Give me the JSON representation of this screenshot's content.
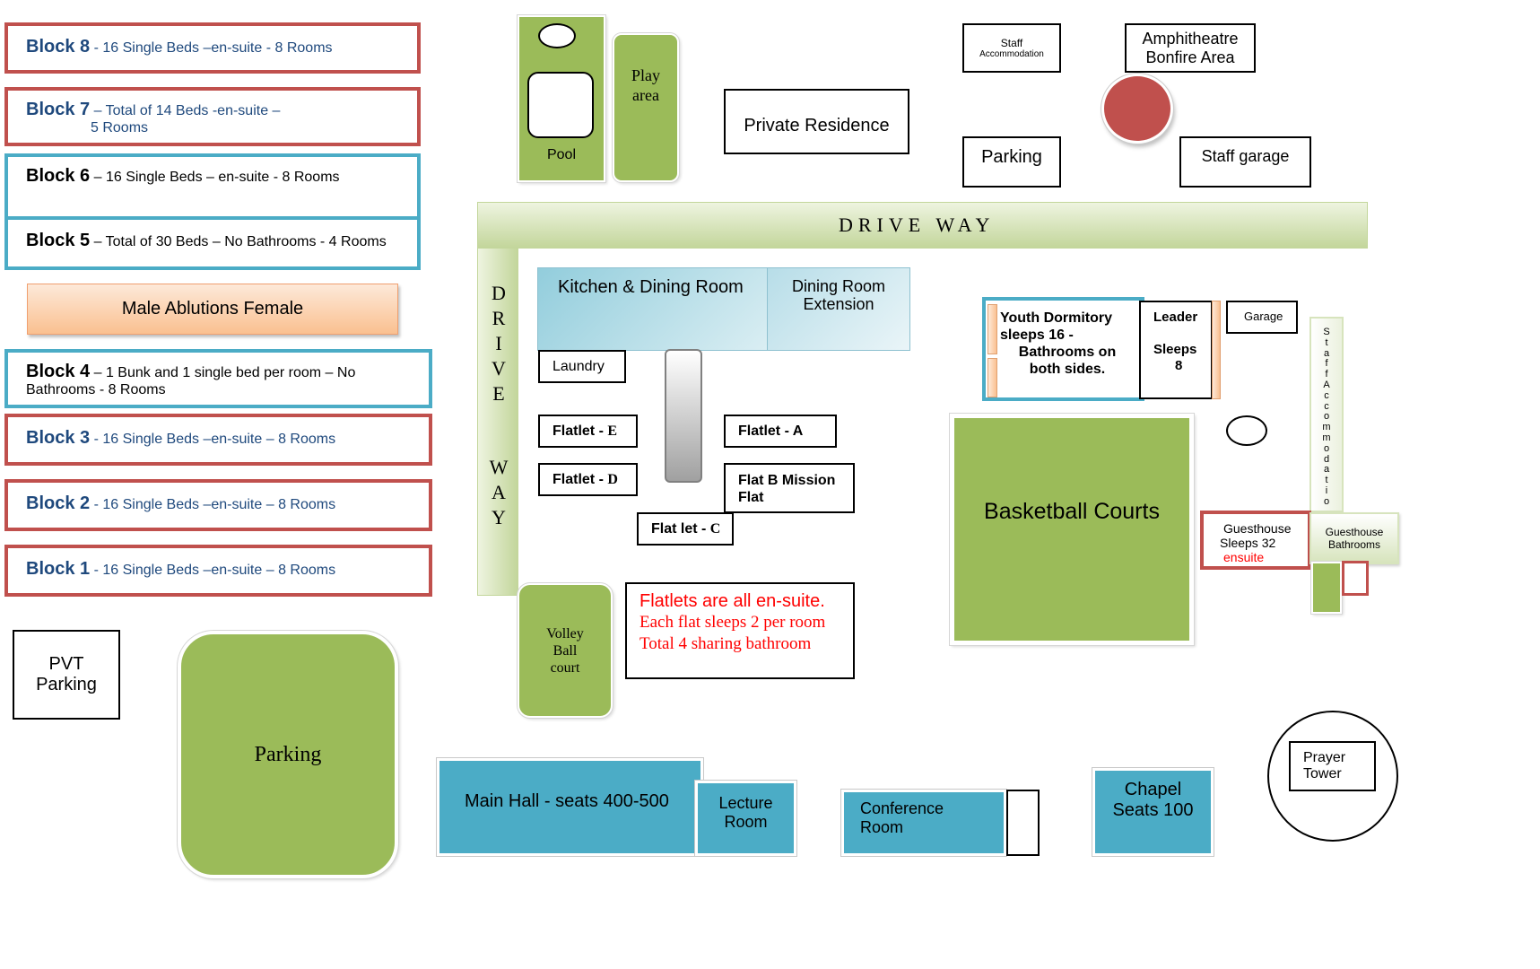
{
  "blocks": [
    {
      "name": "Block 8",
      "desc": " - 16 Single Beds –en-suite - 8 Rooms"
    },
    {
      "name": "Block 7",
      "desc": " – Total of 14 Beds -en-suite –",
      "desc2": "5 Rooms"
    },
    {
      "name": "Block 6",
      "desc": " – 16 Single Beds – en-suite - 8 Rooms"
    },
    {
      "name": "Block 5",
      "desc": " – Total of 30 Beds – No Bathrooms - 4 Rooms"
    },
    {
      "name": "Block 4",
      "desc": " – 1 Bunk and 1 single bed per room – No",
      "desc2": "Bathrooms - 8 Rooms"
    },
    {
      "name": "Block 3",
      "desc": " - 16 Single Beds –en-suite – 8 Rooms"
    },
    {
      "name": "Block 2",
      "desc": " - 16 Single Beds –en-suite – 8 Rooms"
    },
    {
      "name": "Block 1",
      "desc": " - 16 Single Beds –en-suite – 8 Rooms"
    }
  ],
  "ablutions": "Male Ablutions Female",
  "pvt_parking": {
    "line1": "PVT",
    "line2": "Parking"
  },
  "parking_large": "Parking",
  "pool": "Pool",
  "play_area": {
    "line1": "Play",
    "line2": "area"
  },
  "private_residence": "Private Residence",
  "staff_accommodation": {
    "line1": "Staff",
    "line2": "Accommodation"
  },
  "amphitheatre": {
    "line1": "Amphitheatre",
    "line2": "Bonfire Area"
  },
  "parking_small": "Parking",
  "staff_garage": "Staff garage",
  "driveway_h": "DRIVE WAY",
  "driveway_v1": [
    "D",
    "R",
    "I",
    "V",
    "E"
  ],
  "driveway_v2": [
    "W",
    "A",
    "Y"
  ],
  "kitchen": "Kitchen & Dining Room",
  "dining_ext": {
    "line1": "Dining Room",
    "line2": "Extension"
  },
  "laundry": "Laundry",
  "flatlets": {
    "e": {
      "a": "Flatlet - ",
      "b": "E"
    },
    "d": {
      "a": "Flatlet - ",
      "b": "D"
    },
    "a": "Flatlet - A",
    "b": {
      "line1": "Flat B Mission",
      "line2": "Flat"
    },
    "c": {
      "a": "Flat let - ",
      "b": "C"
    }
  },
  "flatlet_note": {
    "line1": "Flatlets are all en-suite.",
    "line2": "Each flat sleeps 2 per room",
    "line3": "Total  4 sharing bathroom"
  },
  "volleyball": {
    "line1": "Volley",
    "line2": "Ball",
    "line3": "court"
  },
  "youth_dorm": {
    "line1": "Youth Dormitory",
    "line2": "sleeps 16 -",
    "line3": "Bathrooms on",
    "line4": "both sides."
  },
  "leader": {
    "line1": "Leader",
    "line2": "Sleeps",
    "line3": "8"
  },
  "garage": "Garage",
  "staff_accom_vertical": [
    "S",
    "t",
    "a",
    "f",
    "f",
    "A",
    "c",
    "c",
    "o",
    "m",
    "m",
    "o",
    "d",
    "a",
    "t",
    "i",
    "o"
  ],
  "basketball": "Basketball Courts",
  "guesthouse": {
    "line1": "Guesthouse",
    "line2": "Sleeps 32",
    "line3": "ensuite"
  },
  "guesthouse_bathrooms": {
    "line1": "Guesthouse",
    "line2": "Bathrooms"
  },
  "main_hall": "Main Hall  - seats 400-500",
  "lecture_room": {
    "line1": "Lecture",
    "line2": "Room"
  },
  "conference_room": {
    "line1": "Conference",
    "line2": "Room"
  },
  "chapel": {
    "line1": "Chapel",
    "line2": "Seats 100"
  },
  "prayer_tower": {
    "line1": "Prayer",
    "line2": "Tower"
  },
  "colors": {
    "red_border": "#c0504d",
    "blue_border": "#4bacc6",
    "green": "#9bbb59",
    "teal": "#4bacc6",
    "amphitheatre_red": "#c0504d",
    "note_red": "#ff0000"
  }
}
